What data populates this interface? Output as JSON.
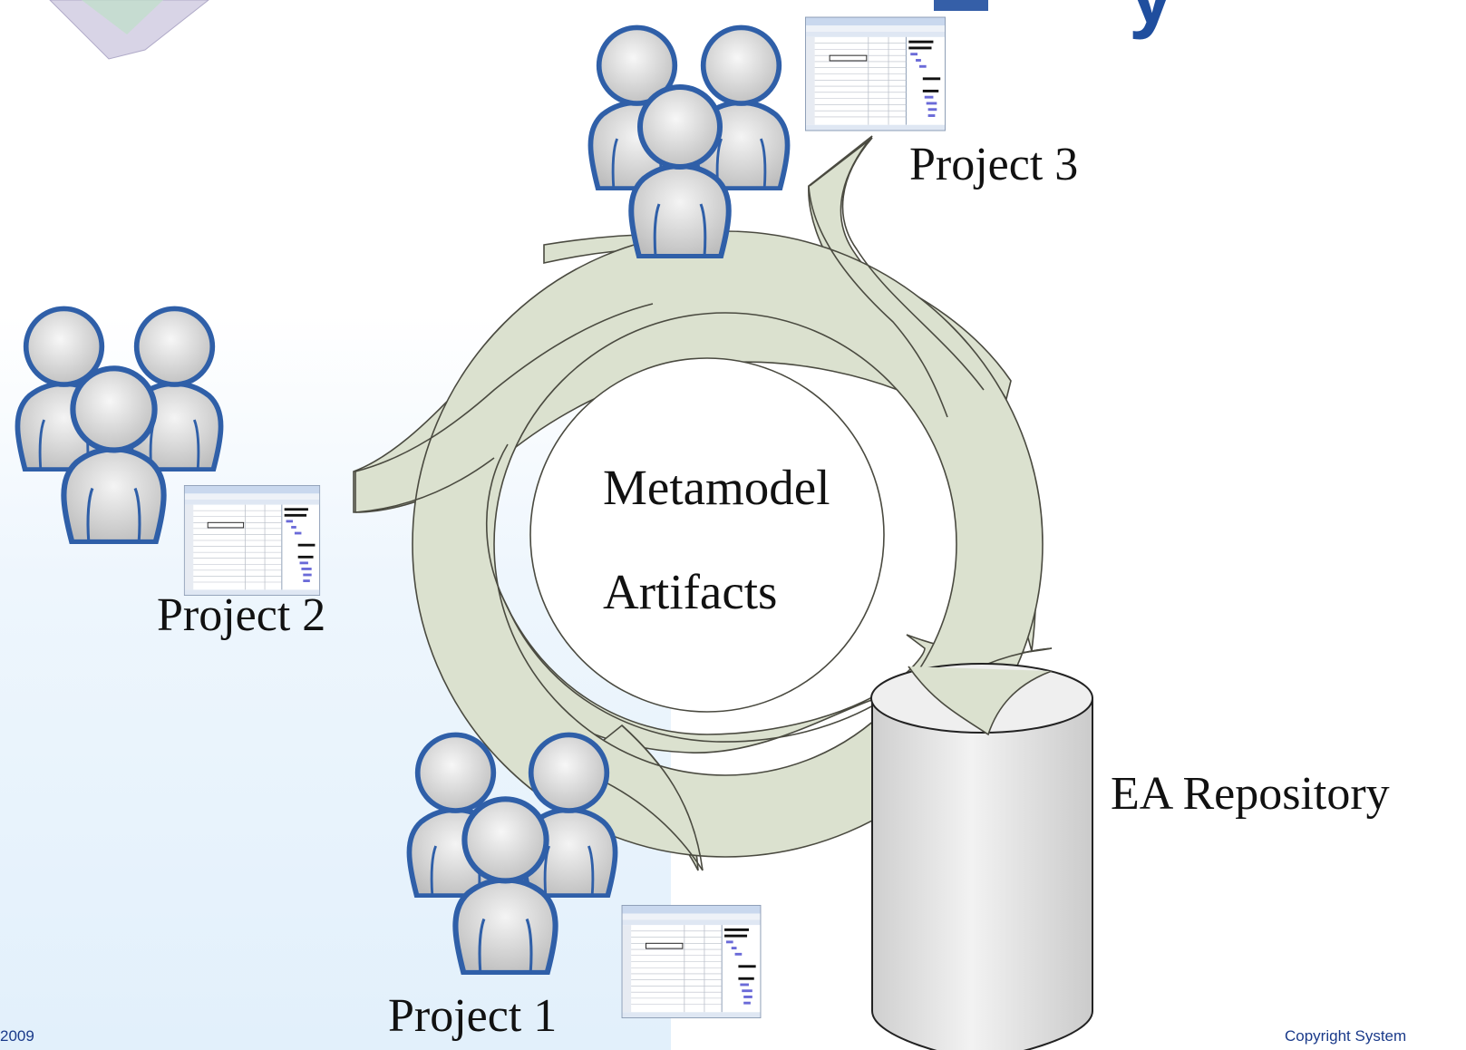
{
  "labels": {
    "project3": "Project 3",
    "project2": "Project 2",
    "project1": "Project 1",
    "repository": "EA Repository",
    "center_line1": "Metamodel",
    "center_line2": "Artifacts"
  },
  "footer": {
    "year": "2009",
    "copyright": "Copyright System"
  },
  "colors": {
    "arc_fill": "#dbe1cf",
    "arc_stroke": "#4a4a40",
    "person_outline": "#2f5fa8",
    "person_fill": "#d9d9d9",
    "cylinder_fill": "#e4e4e4",
    "panel_bg": "#e2f0fb",
    "title_blue": "#1f4e9e"
  },
  "icons": [
    "people-group-icon",
    "gantt-chart-thumbnail",
    "database-cylinder-icon"
  ]
}
